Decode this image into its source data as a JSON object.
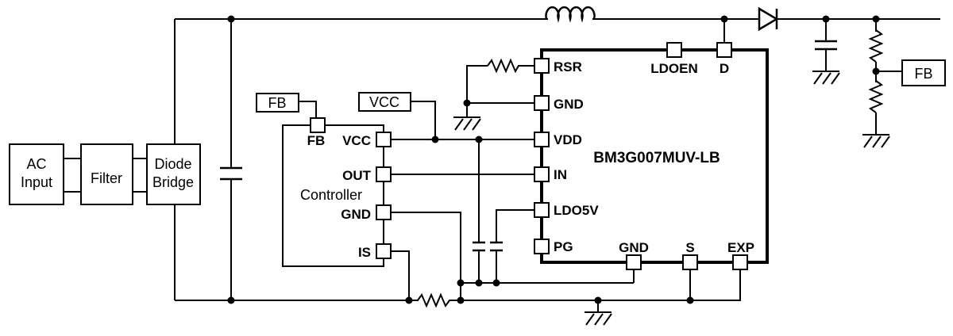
{
  "blocks": {
    "ac_input": {
      "line1": "AC",
      "line2": "Input"
    },
    "filter": {
      "label": "Filter"
    },
    "diode_bridge": {
      "line1": "Diode",
      "line2": "Bridge"
    },
    "controller": {
      "label": "Controller",
      "pins": {
        "fb": "FB",
        "vcc": "VCC",
        "out": "OUT",
        "gnd": "GND",
        "is": "IS"
      }
    },
    "chip": {
      "name": "BM3G007MUV-LB",
      "pins_left": {
        "rsr": "RSR",
        "gnd": "GND",
        "vdd": "VDD",
        "in": "IN",
        "ldo5v": "LDO5V",
        "pg": "PG"
      },
      "pins_top": {
        "ldoen": "LDOEN",
        "d": "D"
      },
      "pins_bottom": {
        "gnd": "GND",
        "s": "S",
        "exp": "EXP"
      }
    }
  },
  "net_labels": {
    "fb_controller": "FB",
    "vcc_supply": "VCC",
    "fb_output": "FB"
  },
  "colors": {
    "line": "#000000",
    "background": "#ffffff"
  }
}
